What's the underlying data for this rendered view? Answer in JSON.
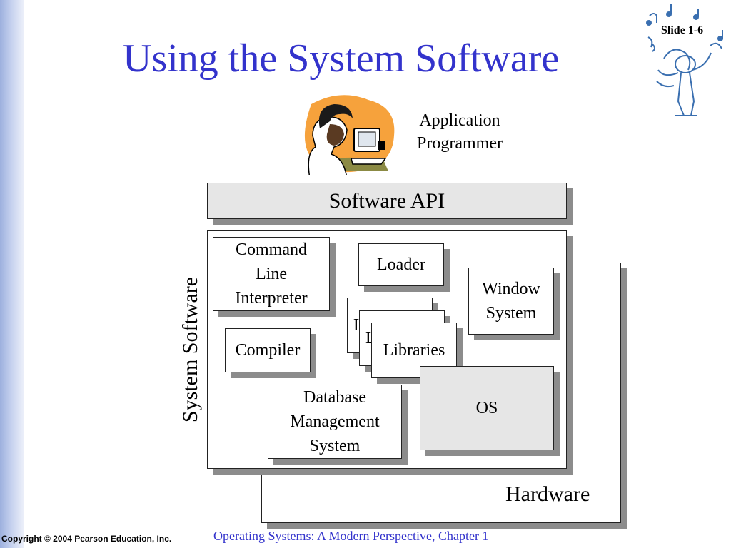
{
  "title": "Using the System Software",
  "slide_number": "Slide 1-6",
  "programmer_label": [
    "Application",
    "Programmer"
  ],
  "diagram": {
    "api": "Software API",
    "system_software_label": "System Software",
    "hardware": "Hardware",
    "components": {
      "cli": [
        "Command",
        "Line",
        "Interpreter"
      ],
      "loader": "Loader",
      "window_system": [
        "Window",
        "System"
      ],
      "libraries": [
        "L",
        "L",
        "Libraries"
      ],
      "compiler": "Compiler",
      "os": "OS",
      "dbms": [
        "Database",
        "Management",
        "System"
      ]
    }
  },
  "footer": {
    "copyright": "Copyright © 2004 Pearson Education, Inc.",
    "course": "Operating Systems: A Modern Perspective, Chapter 1"
  },
  "colors": {
    "title": "#3333cc",
    "shadow": "#8c8c8c",
    "gray_fill": "#e6e6e6",
    "sidebar": "#9db0de"
  },
  "icons": [
    "music-conductor-clipart",
    "programmer-at-computer-clipart"
  ]
}
